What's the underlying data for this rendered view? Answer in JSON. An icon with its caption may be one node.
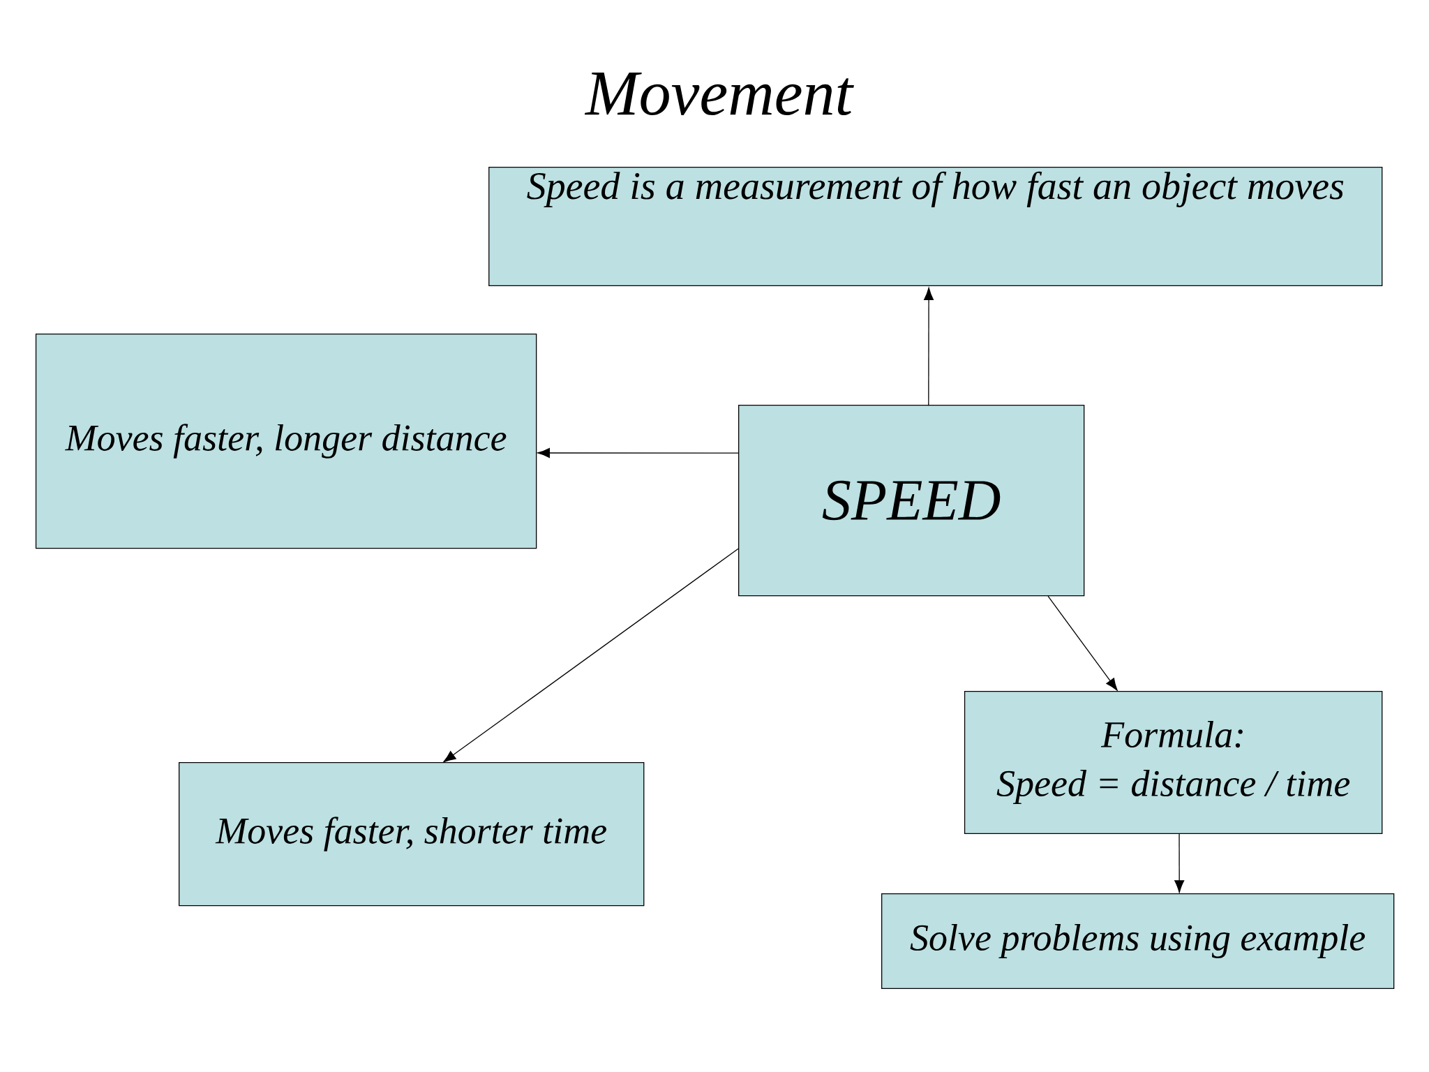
{
  "diagram": {
    "title": "Movement",
    "nodes": [
      {
        "text": [
          "Speed is a measurement of how fast an object moves"
        ]
      },
      {
        "text": [
          "Moves faster, longer distance"
        ]
      },
      {
        "text": [
          "SPEED"
        ]
      },
      {
        "text": [
          "Moves faster, shorter time"
        ]
      },
      {
        "text": [
          "Formula:",
          "Speed = distance / time"
        ]
      },
      {
        "text": [
          "Solve problems using example"
        ]
      }
    ],
    "edges": [
      {
        "from": 2,
        "to": 0,
        "arrow": "to"
      },
      {
        "from": 2,
        "to": 1,
        "arrow": "to"
      },
      {
        "from": 2,
        "to": 3,
        "arrow": "to"
      },
      {
        "from": 2,
        "to": 4,
        "arrow": "to"
      },
      {
        "from": 4,
        "to": 5,
        "arrow": "to"
      }
    ]
  }
}
